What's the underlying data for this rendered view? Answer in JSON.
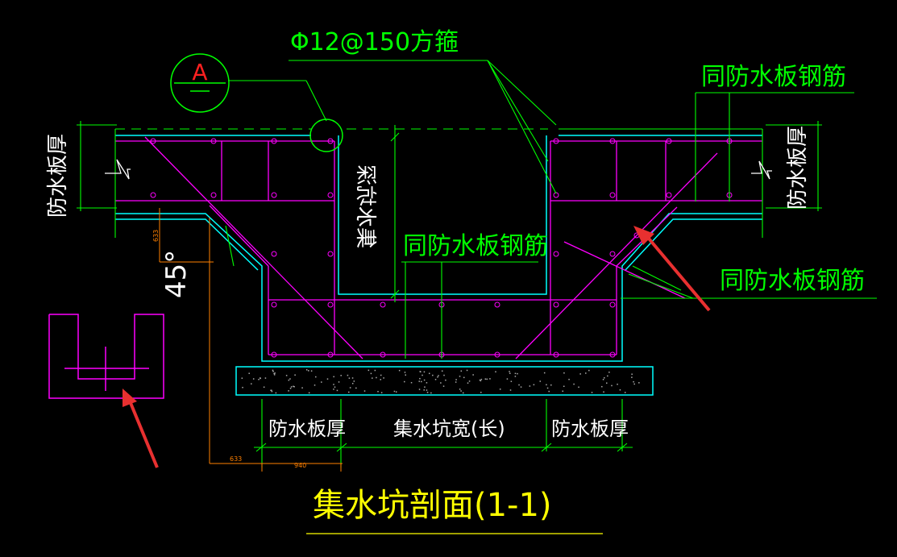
{
  "drawing": {
    "title": "集水坑剖面(1-1)",
    "stirrup_label": "Φ12@150方箍",
    "detail_marker": "A",
    "labels": {
      "same_rebar_top": "同防水板钢筋",
      "same_rebar_mid": "同防水板钢筋",
      "same_rebar_right": "同防水板钢筋",
      "slab_thickness_left": "防水板厚",
      "slab_thickness_right": "防水板厚",
      "pit_depth": "集水坑深",
      "angle": "45°",
      "dim_bottom_left": "防水板厚",
      "dim_bottom_mid": "集水坑宽(长)",
      "dim_bottom_right": "防水板厚",
      "small_dim_1": "633",
      "small_dim_2": "633",
      "small_dim_3": "940"
    },
    "colors": {
      "background": "#000000",
      "rebar": "#ff00ff",
      "concrete_outline": "#00ffff",
      "annotation": "#00ff00",
      "dimension": "#ff8000",
      "title": "#ffff00",
      "text_white": "#ffffff",
      "arrow": "#e83030"
    }
  }
}
